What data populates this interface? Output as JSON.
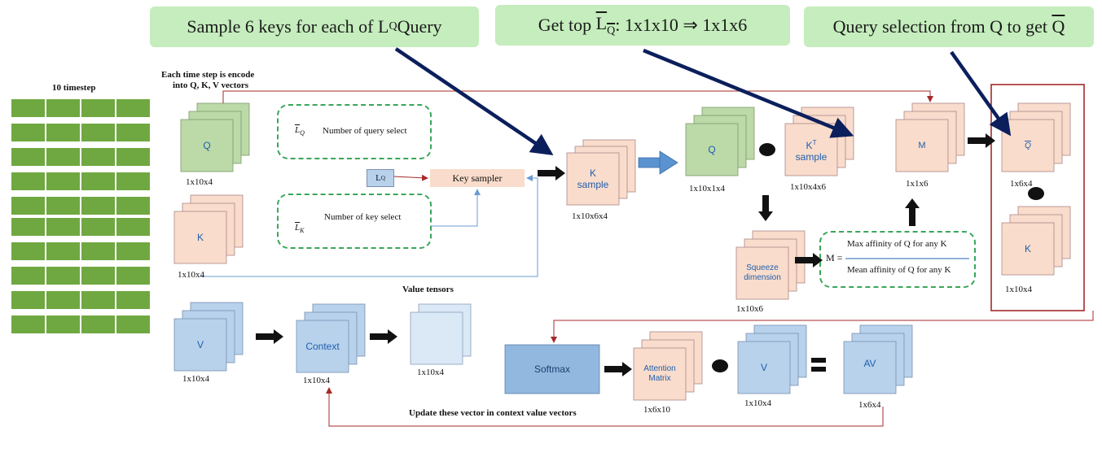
{
  "callouts": {
    "sample_prefix": "Sample 6 keys for each of L",
    "sample_sub": "Q",
    "sample_suffix": " Query",
    "top_prefix": "Get top ",
    "top_symbol": "L",
    "top_sub": "Q",
    "top_suffix": ": 1x1x10 ⇒ 1x1x6",
    "select_prefix": "Query selection from Q to get ",
    "select_symbol": "Q"
  },
  "timestep": {
    "title": "10 timestep",
    "rows": 10,
    "cols": 4
  },
  "encode_note": {
    "line1": "Each time step is encode",
    "line2": "into Q, K, V vectors"
  },
  "inputs": {
    "q_label": "Q",
    "q_dims": "1x10x4",
    "k_label": "K",
    "k_dims": "1x10x4",
    "v_label": "V",
    "v_dims": "1x10x4"
  },
  "selectors": {
    "query_symbol": "L",
    "query_sub": "Q",
    "query_text": "Number of query select",
    "key_symbol": "L",
    "key_sub": "K",
    "key_text": "Number of key select",
    "lq_symbol": "L",
    "lq_sub": "Q",
    "key_sampler": "Key sampler"
  },
  "k_sample": {
    "label_line1": "K",
    "label_line2": "sample",
    "dims": "1x10x6x4"
  },
  "qk": {
    "q_label": "Q",
    "q_dims": "1x10x1x4",
    "kt_label": "K",
    "kt_sup": "T",
    "kt_label2": "sample",
    "kt_dims": "1x10x4x6"
  },
  "m_block": {
    "label": "M",
    "dims": "1x1x6"
  },
  "squeeze": {
    "line1": "Squeeze",
    "line2": "dimension",
    "dims": "1x10x6"
  },
  "formula": {
    "lhs": "M =",
    "numerator": "Max affinity of Q for any K",
    "denominator": "Mean affinity of Q for any K"
  },
  "selected": {
    "q_label": "Q",
    "q_dims": "1x6x4",
    "k_label": "K",
    "k_dims": "1x10x4"
  },
  "value_path": {
    "title": "Value tensors",
    "context_label": "Context",
    "context_dims": "1x10x4",
    "value_dims": "1x10x4"
  },
  "output_path": {
    "softmax": "Softmax",
    "attn_line1": "Attention",
    "attn_line2": "Matrix",
    "attn_dims": "1x6x10",
    "v_label": "V",
    "v_dims": "1x10x4",
    "av_label": "AV",
    "av_dims": "1x6x4",
    "update_note": "Update these vector in context value vectors"
  },
  "colors": {
    "callout_bg": "#c5edbd",
    "green_block": "#bcd9a8",
    "peach_block": "#f9dccb",
    "blue_block": "#b8d2ec",
    "pale_blue": "#dbe8f5",
    "softmax": "#92b8e0",
    "navy_arrow": "#0b1f5c",
    "red_line": "#a52a2a",
    "dash_green": "#3aa65a"
  }
}
